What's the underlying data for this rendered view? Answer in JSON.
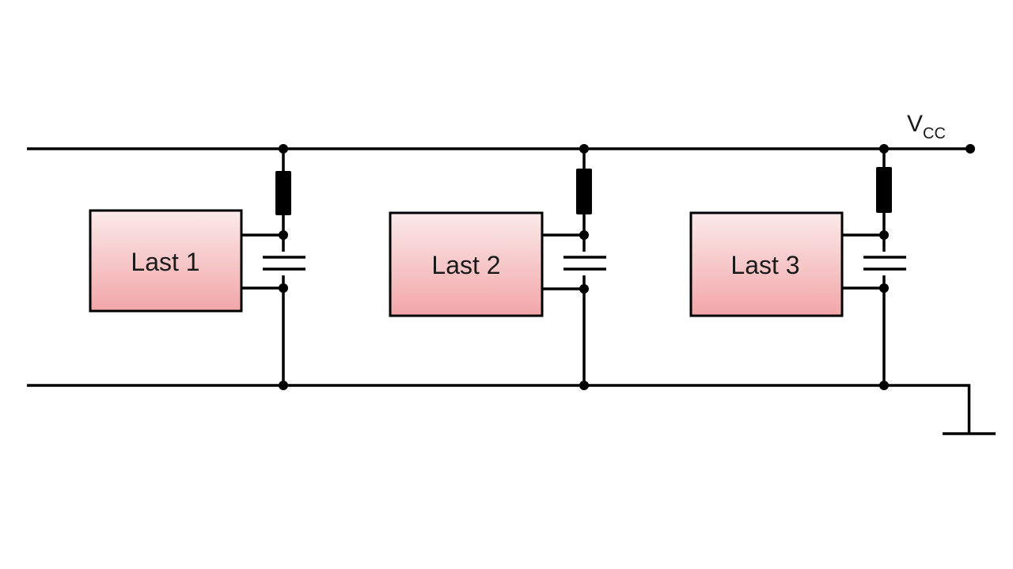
{
  "supply": {
    "label_main": "V",
    "label_sub": "CC"
  },
  "loads": [
    {
      "label": "Last 1"
    },
    {
      "label": "Last 2"
    },
    {
      "label": "Last 3"
    }
  ],
  "colors": {
    "wire": "#000000",
    "load_fill_top": "#fbeaea",
    "load_fill_bottom": "#f2a6a8",
    "inductor_fill": "#000000"
  },
  "icons": {
    "inductor": "inductor-icon",
    "capacitor": "capacitor-icon",
    "ground": "ground-icon",
    "junction": "junction-node-icon"
  }
}
